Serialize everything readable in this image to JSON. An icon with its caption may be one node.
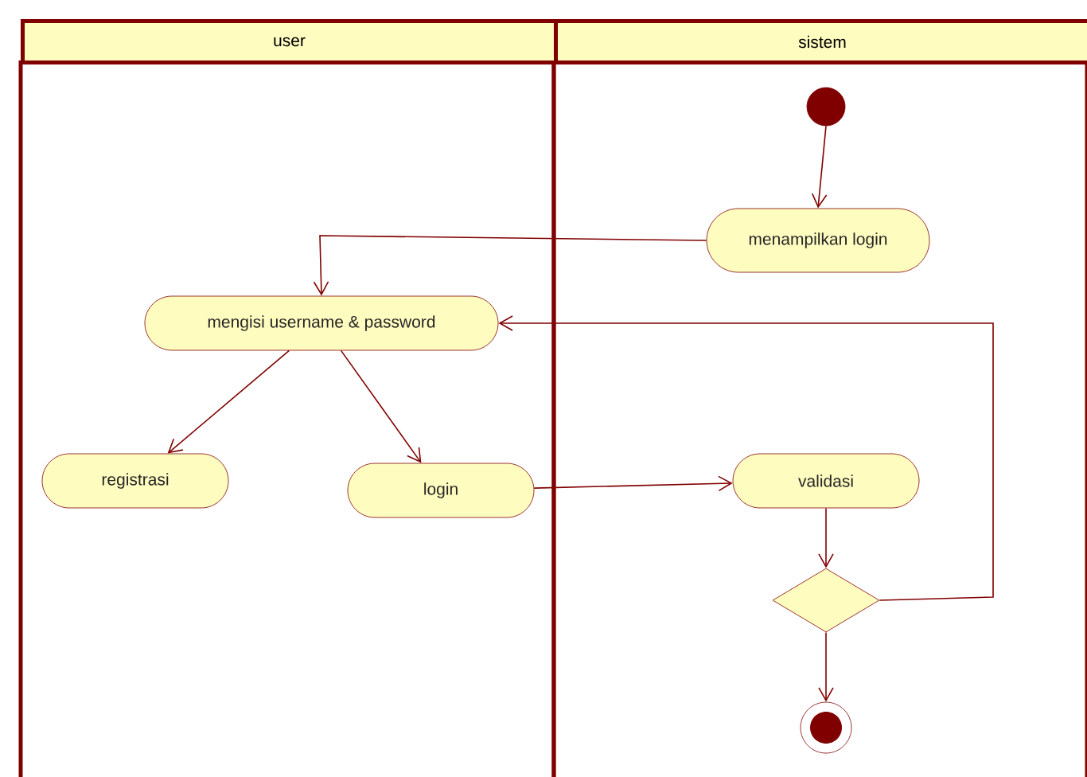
{
  "diagram": {
    "nodes": [
      {
        "text": [
          "user"
        ]
      },
      {
        "text": [
          "sistem"
        ]
      },
      {
        "text": [],
        "shape": "circle",
        "in": 1
      },
      {
        "text": [
          "menampilkan login"
        ],
        "in": 1
      },
      {
        "text": [
          "mengisi username & password"
        ],
        "in": 0
      },
      {
        "text": [
          "registrasi"
        ],
        "in": 0
      },
      {
        "text": [
          "login"
        ],
        "in": 0
      },
      {
        "text": [
          "validasi"
        ],
        "in": 1
      },
      {
        "text": [],
        "shape": "diamond",
        "in": 1
      },
      {
        "text": [],
        "shape": "circle",
        "in": 1
      }
    ],
    "edges": [
      {
        "from": 2,
        "to": 3,
        "arrow": "to"
      },
      {
        "from": 3,
        "to": 4,
        "arrow": "to"
      },
      {
        "from": 4,
        "to": 5,
        "arrow": "to"
      },
      {
        "from": 4,
        "to": 6,
        "arrow": "to"
      },
      {
        "from": 6,
        "to": 7,
        "arrow": "to"
      },
      {
        "from": 7,
        "to": 8,
        "arrow": "to"
      },
      {
        "from": 8,
        "to": 4,
        "arrow": "to"
      },
      {
        "from": 8,
        "to": 9,
        "arrow": "to"
      }
    ]
  }
}
